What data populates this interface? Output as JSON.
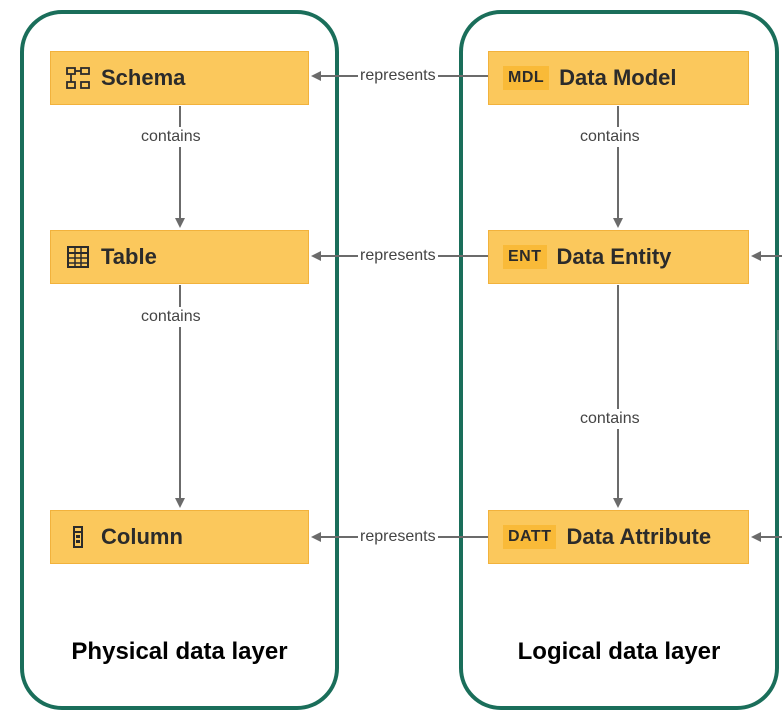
{
  "physical_layer": {
    "title": "Physical data layer",
    "nodes": {
      "schema": {
        "label": "Schema",
        "icon": "schema-icon"
      },
      "table": {
        "label": "Table",
        "icon": "table-grid-icon"
      },
      "column": {
        "label": "Column",
        "icon": "column-icon"
      }
    }
  },
  "logical_layer": {
    "title": "Logical data layer",
    "nodes": {
      "data_model": {
        "code": "MDL",
        "label": "Data Model"
      },
      "data_entity": {
        "code": "ENT",
        "label": "Data Entity"
      },
      "data_attribute": {
        "code": "DATT",
        "label": "Data Attribute"
      }
    }
  },
  "edges": {
    "contains_label": "contains",
    "represents_label": "represents"
  },
  "colors": {
    "layer_border": "#1a6e5a",
    "node_fill": "#fbc85c",
    "node_border": "#f2b23c",
    "arrow": "#6b6b6b"
  }
}
